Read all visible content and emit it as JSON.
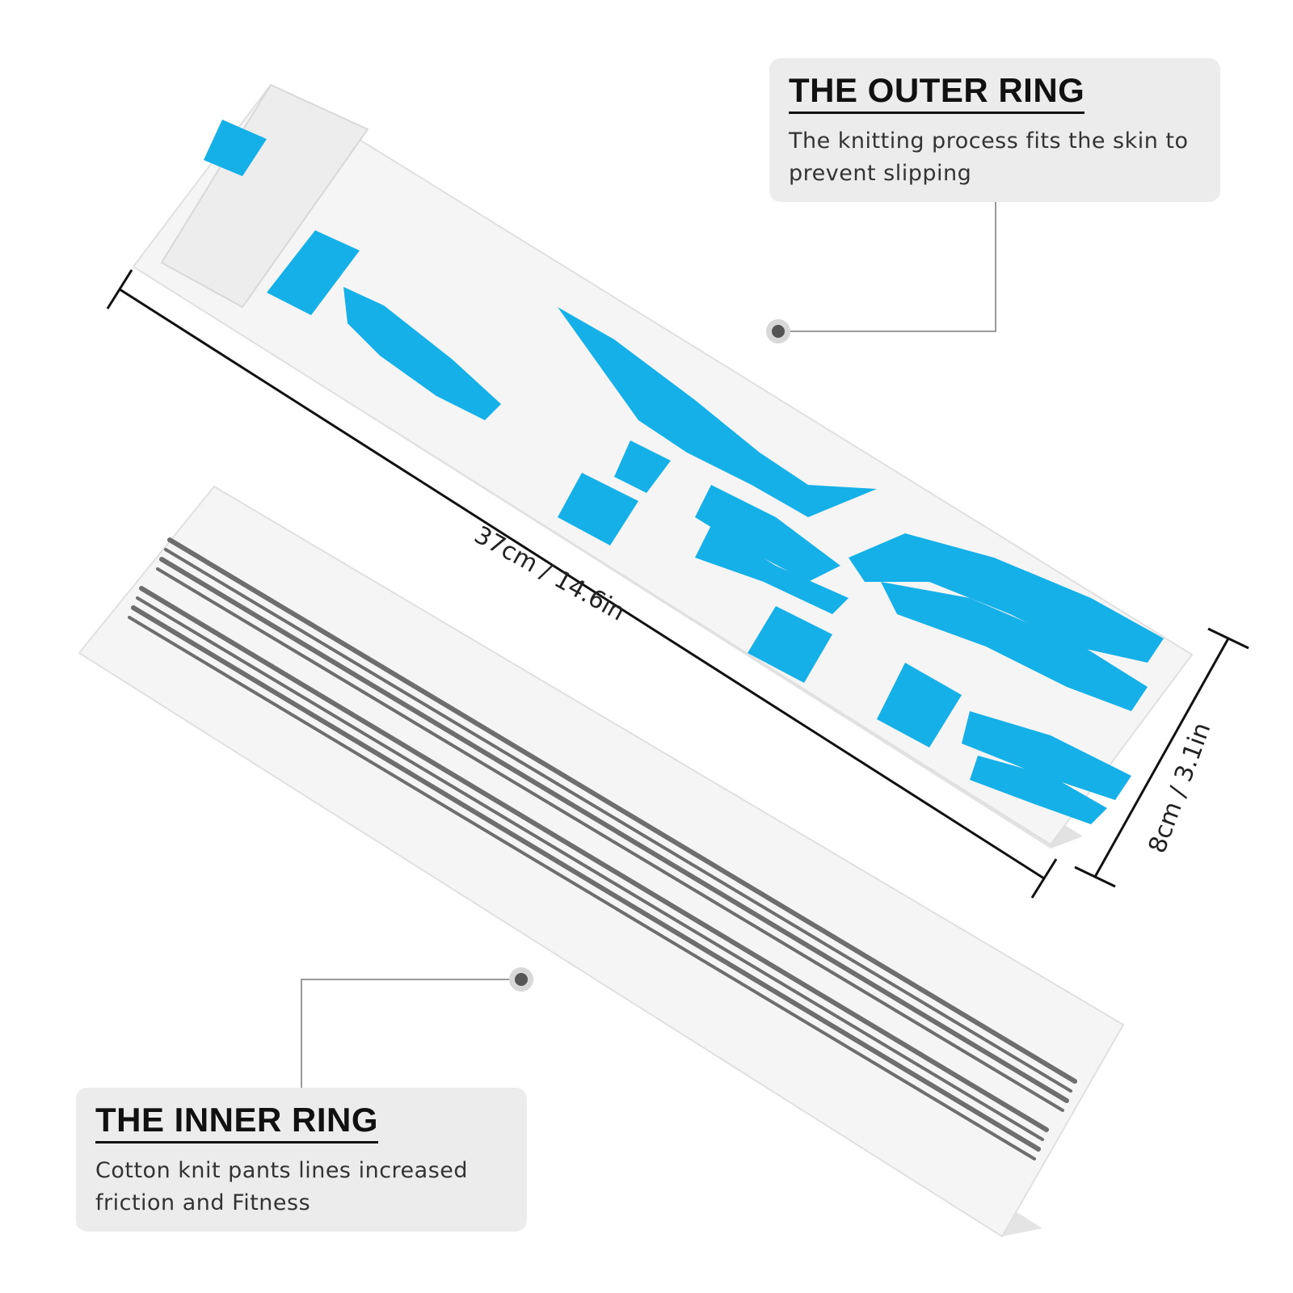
{
  "outer_ring": {
    "title": "THE OUTER RING",
    "description": "The knitting process fits the skin to prevent slipping"
  },
  "inner_ring": {
    "title": "THE INNER RING",
    "description": "Cotton knit pants lines increased friction and Fitness"
  },
  "dimensions": {
    "length": "37cm / 14.6in",
    "width": "8cm / 3.1in"
  },
  "colors": {
    "band": "#f4f4f4",
    "band_edge": "#dcdcdc",
    "print_blue": "#16b0e8",
    "stripe_gray": "#6e6e6e",
    "callout_bg": "#ececec"
  }
}
